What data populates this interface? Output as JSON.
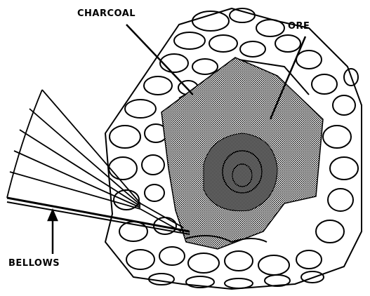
{
  "labels": {
    "charcoal": "CHARCOAL",
    "ore": "ORE",
    "bellows": "BELLOWS"
  }
}
